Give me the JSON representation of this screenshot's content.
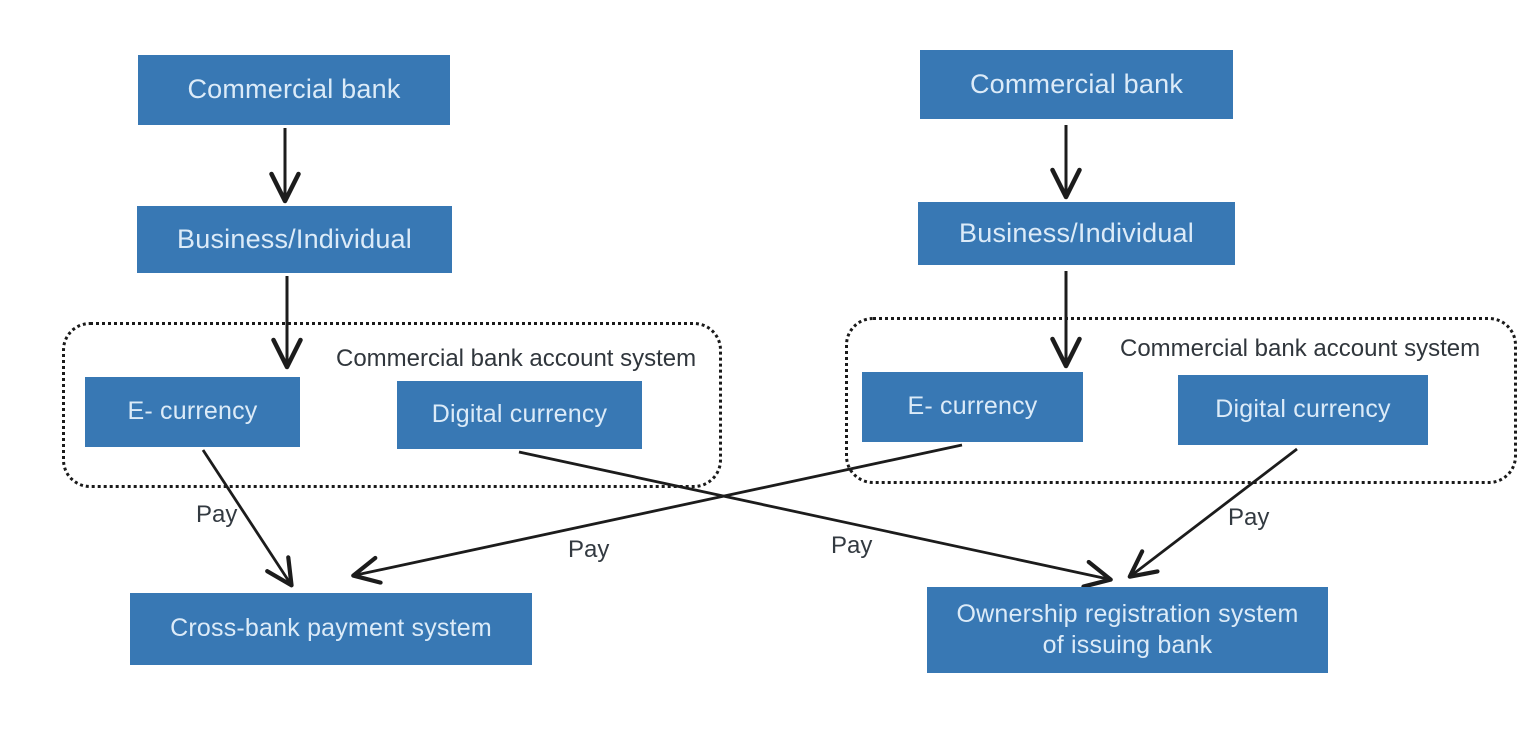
{
  "diagram": {
    "title_implicit": "",
    "colors": {
      "node_fill": "#3878b4",
      "node_text": "#dcebf8",
      "label_text": "#30363c",
      "arrow": "#1c1c1c",
      "background": "#ffffff"
    },
    "left_flow": {
      "commercial_bank": "Commercial bank",
      "business_individual": "Business/Individual",
      "account_system_label": "Commercial bank account system",
      "e_currency": "E- currency",
      "digital_currency": "Digital currency",
      "bottom_box": "Cross-bank payment system"
    },
    "right_flow": {
      "commercial_bank": "Commercial bank",
      "business_individual": "Business/Individual",
      "account_system_label": "Commercial bank account system",
      "e_currency": "E- currency",
      "digital_currency": "Digital currency",
      "bottom_box_line1": "Ownership registration system",
      "bottom_box_line2": "of issuing bank"
    },
    "pay_labels": [
      "Pay",
      "Pay",
      "Pay",
      "Pay"
    ],
    "edges": [
      {
        "from": "commercial-bank-left",
        "to": "business-individual-left"
      },
      {
        "from": "business-individual-left",
        "to": "e-currency-left"
      },
      {
        "from": "e-currency-left",
        "to": "cross-bank-payment-system",
        "label": "Pay"
      },
      {
        "from": "digital-currency-left",
        "to": "ownership-registration-system",
        "label": "Pay"
      },
      {
        "from": "commercial-bank-right",
        "to": "business-individual-right"
      },
      {
        "from": "business-individual-right",
        "to": "e-currency-right"
      },
      {
        "from": "e-currency-right",
        "to": "cross-bank-payment-system",
        "label": "Pay"
      },
      {
        "from": "digital-currency-right",
        "to": "ownership-registration-system",
        "label": "Pay"
      }
    ]
  }
}
